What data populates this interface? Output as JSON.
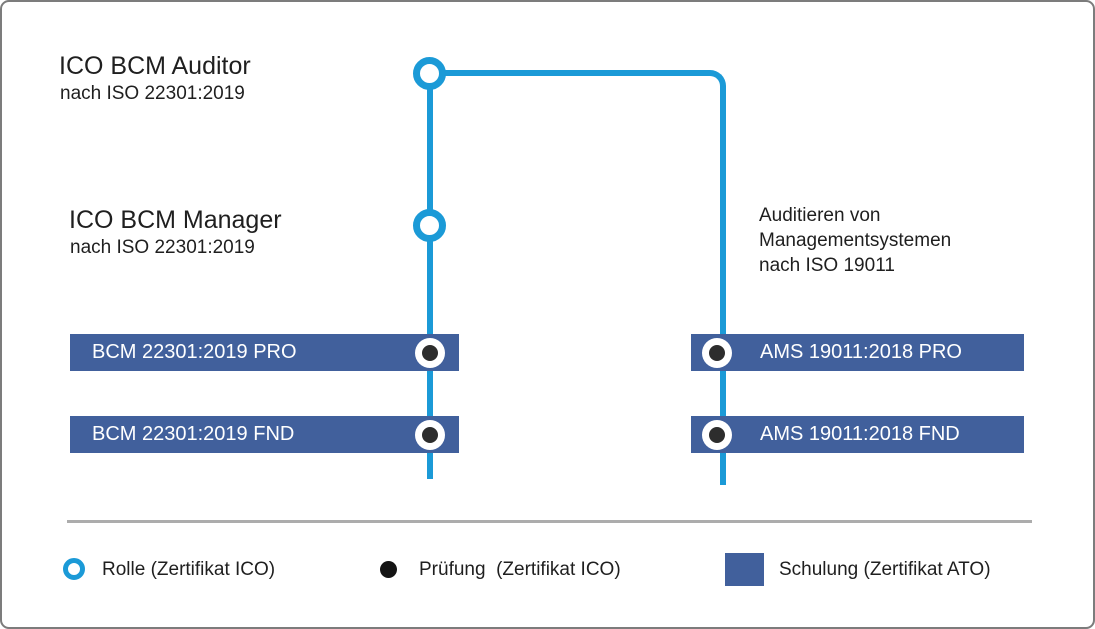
{
  "roles": [
    {
      "title": "ICO BCM Auditor",
      "subtitle": "nach ISO 22301:2019"
    },
    {
      "title": "ICO BCM Manager",
      "subtitle": "nach ISO 22301:2019"
    }
  ],
  "annotation": {
    "line1": "Auditieren von",
    "line2": "Managementsystemen",
    "line3": "nach ISO 19011"
  },
  "trainings": {
    "left": [
      {
        "label": "BCM 22301:2019 PRO"
      },
      {
        "label": "BCM 22301:2019 FND"
      }
    ],
    "right": [
      {
        "label": "AMS 19011:2018 PRO"
      },
      {
        "label": "AMS 19011:2018 FND"
      }
    ]
  },
  "legend": {
    "role_label": "Rolle (Zertifikat ICO)",
    "exam_label": "Prüfung  (Zertifikat ICO)",
    "training_label": "Schulung (Zertifikat ATO)"
  },
  "icons": {
    "role": "cyan-ring",
    "exam": "black-dot",
    "training": "blue-square"
  },
  "colors": {
    "accent_cyan": "#1B9AD7",
    "bar_blue": "#41609C",
    "exam_dot_black": "#2D2D2D",
    "divider_gray": "#ACACAC",
    "text_dark": "#1F1F1F",
    "border_gray": "#7C7C7C"
  }
}
